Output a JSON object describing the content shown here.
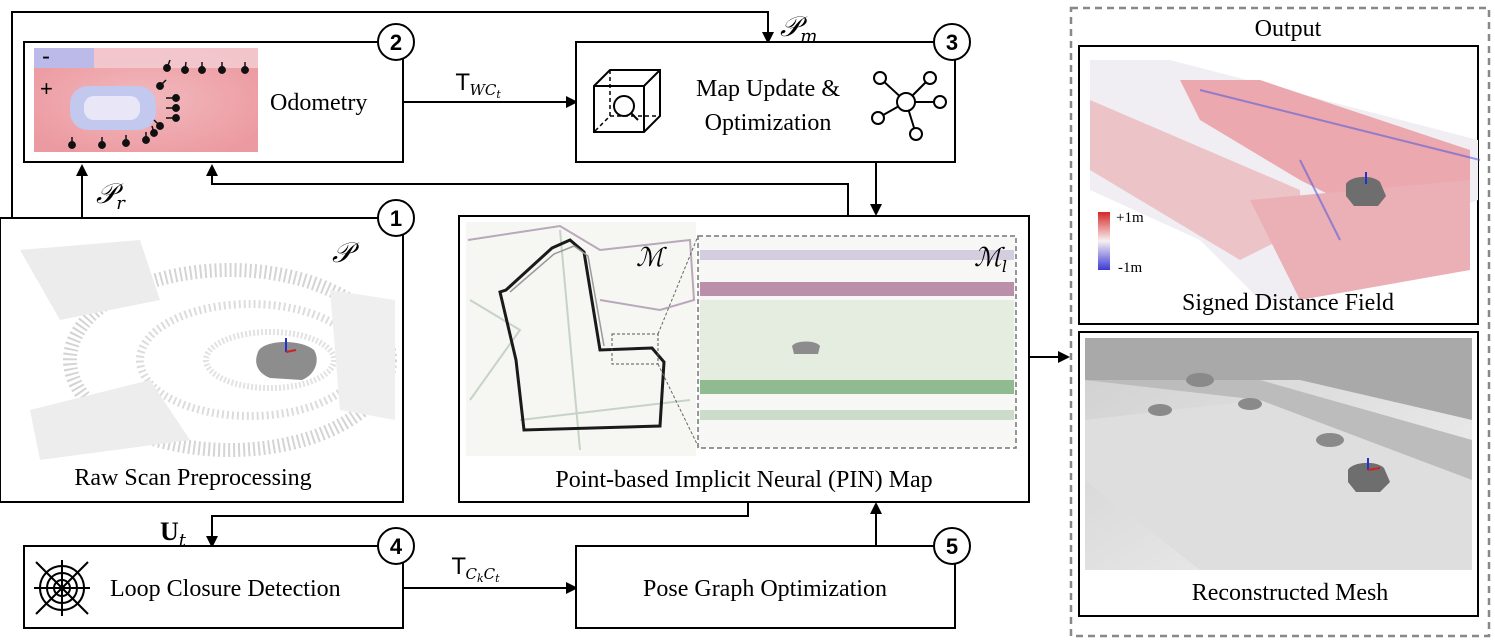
{
  "nodes": {
    "odometry": {
      "label": "Odometry",
      "number": "2"
    },
    "map_update": {
      "label_line1": "Map Update &",
      "label_line2": "Optimization",
      "number": "3"
    },
    "preprocessing": {
      "label": "Raw Scan Preprocessing",
      "number": "1",
      "symbol": "𝒫"
    },
    "pin_map": {
      "label": "Point-based Implicit Neural (PIN) Map",
      "symbol_global": "ℳ",
      "symbol_local": "ℳ",
      "symbol_local_sub": "l"
    },
    "loop_closure": {
      "label": "Loop Closure Detection",
      "number": "4"
    },
    "pose_graph": {
      "label": "Pose Graph Optimization",
      "number": "5"
    }
  },
  "edge_labels": {
    "odometry_to_map": {
      "main": "T",
      "sub": "WC",
      "subsub": "t"
    },
    "loop_to_pgo": {
      "main": "T",
      "sub": "C",
      "subsub1": "k",
      "mid": "C",
      "subsub2": "t"
    },
    "pr": {
      "main": "𝒫",
      "sub": "r"
    },
    "pm": {
      "main": "𝒫",
      "sub": "m"
    },
    "ut": {
      "main": "U",
      "sub": "t"
    }
  },
  "sdf_inset": {
    "minus": "-",
    "plus": "+"
  },
  "output": {
    "title": "Output",
    "sdf_label": "Signed Distance Field",
    "sdf_colorbar_max": "+1m",
    "sdf_colorbar_min": "-1m",
    "mesh_label": "Reconstructed Mesh"
  }
}
